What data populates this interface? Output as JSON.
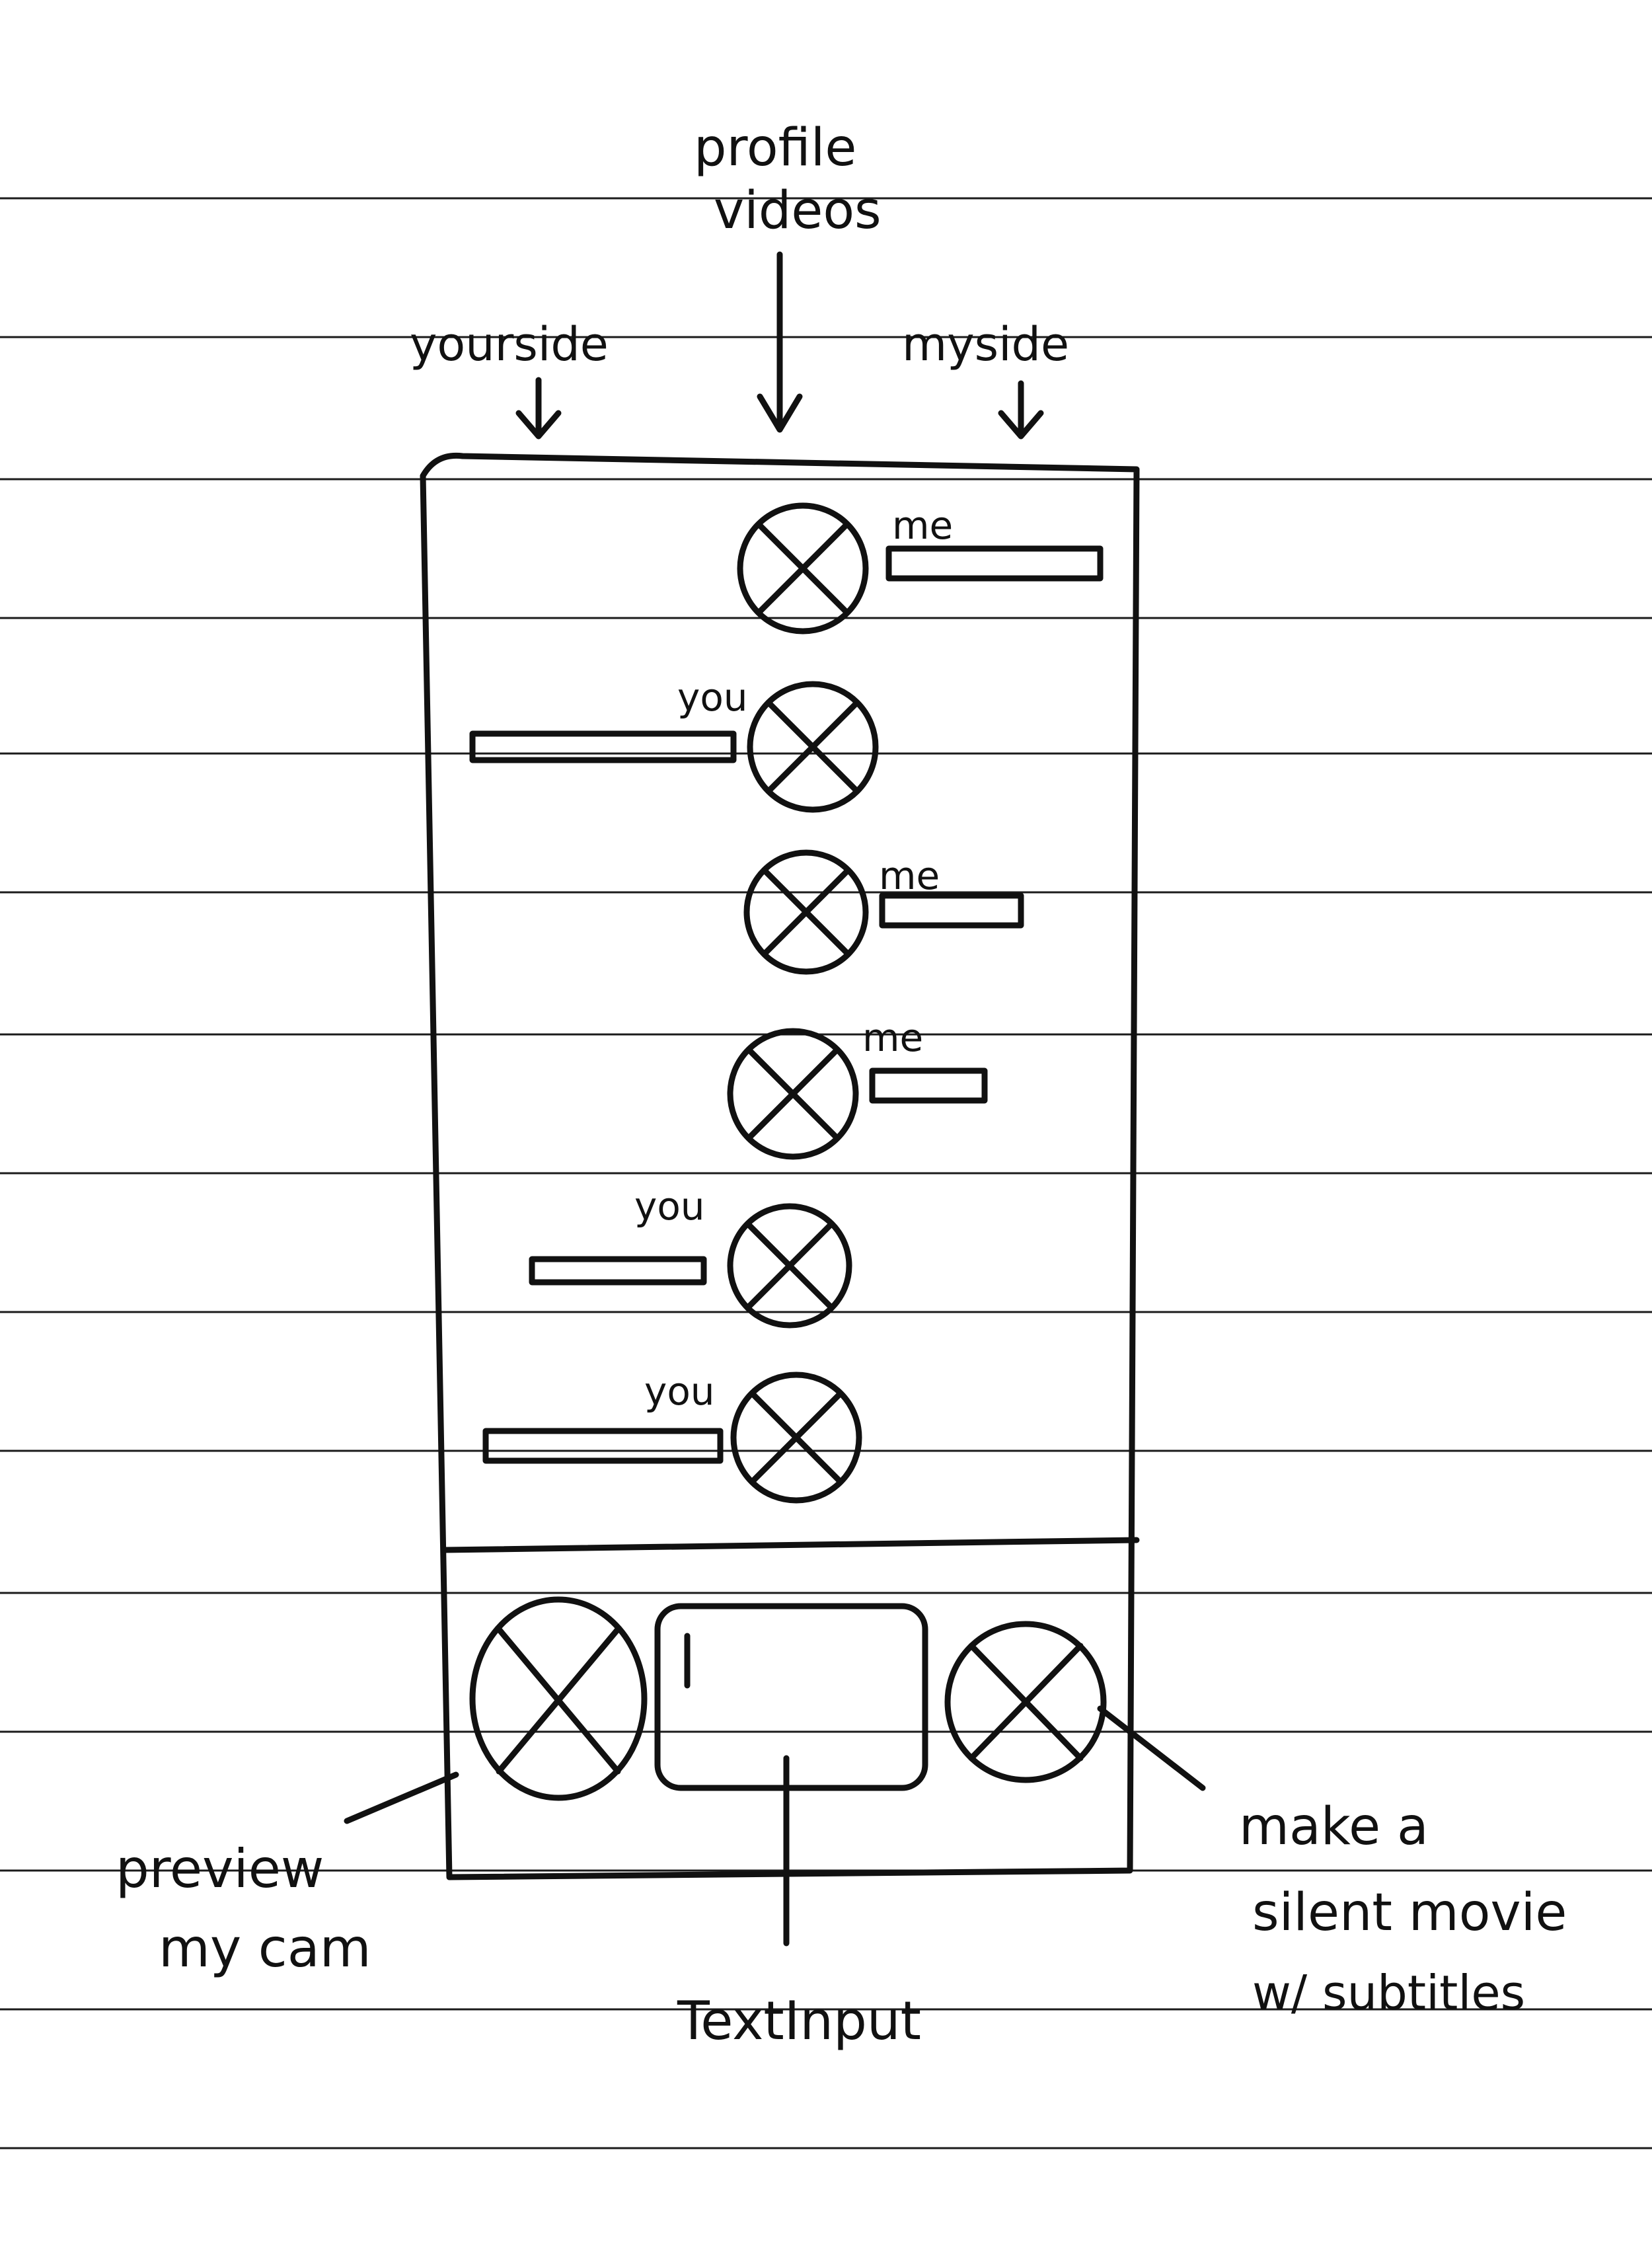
{
  "annotations": {
    "profile_videos": [
      "profile",
      "videos"
    ],
    "your_side": "yourside",
    "my_side": "myside",
    "preview_cam": [
      "preview",
      "my cam"
    ],
    "text_input": "TextInput",
    "silent_movie": [
      "make a",
      "silent movie",
      "w/ subtitles"
    ]
  },
  "messages": [
    {
      "speaker": "me"
    },
    {
      "speaker": "you"
    },
    {
      "speaker": "me"
    },
    {
      "speaker": "me"
    },
    {
      "speaker": "you"
    },
    {
      "speaker": "you"
    }
  ],
  "colors": {
    "ink": "#111111",
    "paper": "#ffffff",
    "lines": "#1b1b1b"
  }
}
